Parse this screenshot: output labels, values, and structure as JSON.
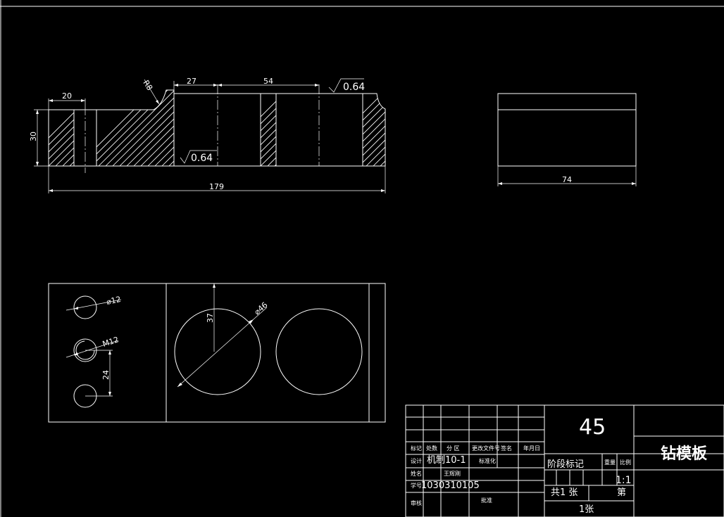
{
  "front_view": {
    "dims": {
      "width_20": "20",
      "height_30": "30",
      "radius": "R8",
      "width_27": "27",
      "width_54": "54",
      "length_179": "179"
    },
    "roughness_top": "0.64",
    "roughness_mid": "0.64"
  },
  "side_view": {
    "dims": {
      "width_74": "74"
    }
  },
  "top_view": {
    "dims": {
      "dia_12": "⌀12",
      "thread_m12": "M12",
      "spacing_24": "24",
      "dia_46": "⌀46",
      "radius_37": "37"
    }
  },
  "title_block": {
    "material": "45",
    "part_name": "钻模板",
    "header_row": [
      "标记",
      "处数",
      "分 区",
      "更改文件号",
      "签名",
      "年月日"
    ],
    "design_label": "设计",
    "design_value": "机制10-1",
    "standardize_label": "标准化",
    "name_label": "姓名",
    "name_value": "王辉刚",
    "student_id_label": "学号",
    "student_id_value": "1030310105",
    "audit_label": "审核",
    "approve_label": "批准",
    "stage_mark": "阶段标记",
    "weight_label": "重量",
    "scale_label": "比例",
    "scale_value": "1:1",
    "total_sheets": "共1 张",
    "sheet_label": "第",
    "sheet_number": "1张"
  }
}
